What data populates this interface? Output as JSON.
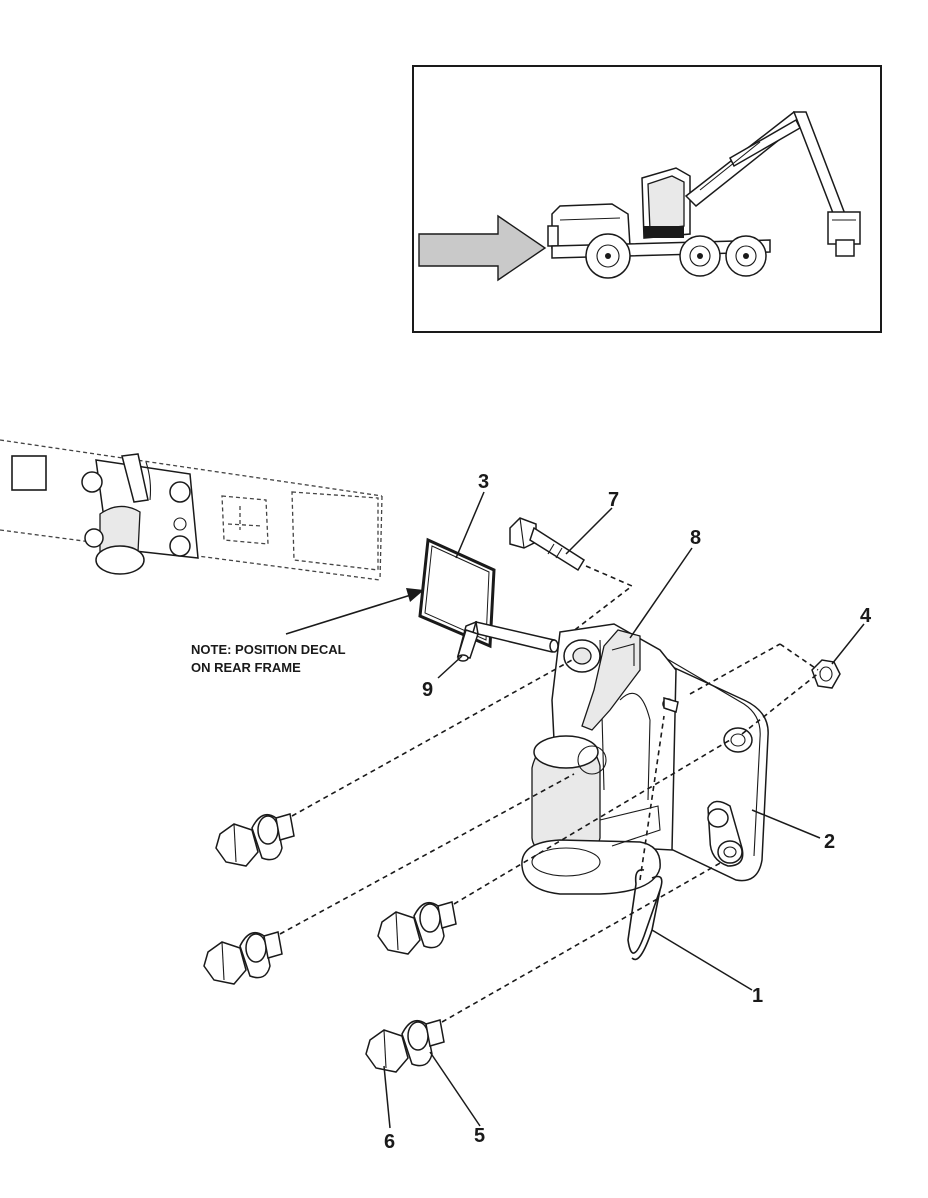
{
  "note": {
    "line1": "NOTE: POSITION DECAL",
    "line2": "ON REAR FRAME"
  },
  "callouts": {
    "c1": "1",
    "c2": "2",
    "c3": "3",
    "c4": "4",
    "c5": "5",
    "c6": "6",
    "c7": "7",
    "c8": "8",
    "c9": "9"
  },
  "icons": {
    "inset": "forestry-machine-location-inset",
    "arrow": "location-arrow-icon",
    "coupling": "tow-hitch-coupling",
    "bolt": "hex-bolt-icon",
    "nut": "hex-nut-icon",
    "decal": "decal-icon",
    "pin": "hitch-pin-icon",
    "clip": "spring-clip-icon"
  }
}
